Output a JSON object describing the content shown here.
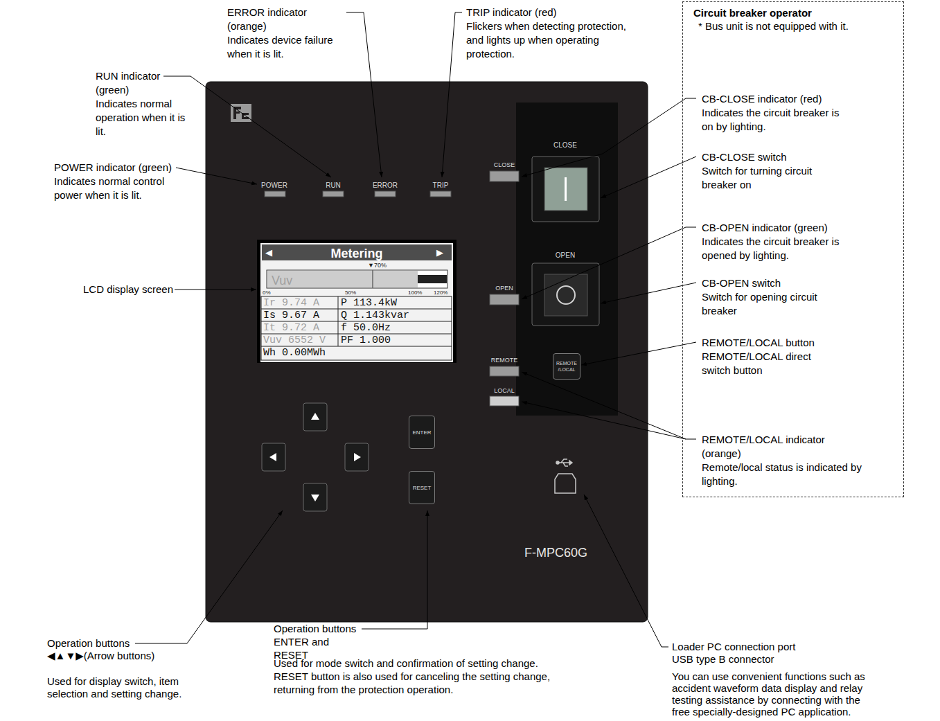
{
  "diagram": {
    "nodes": [
      {
        "text": [
          "POWER",
          "RUN",
          "ERROR",
          "TRIP",
          "CLOSE",
          "CLOSE",
          "OPEN",
          "OPEN",
          "REMOTE",
          "LOCAL",
          "F-MPC60G"
        ]
      },
      {
        "text": [
          "◀",
          "Metering",
          "▶",
          "▼70%",
          "Vuv",
          "0%",
          "50%",
          "100%",
          "120%",
          "Ir 9.74 A",
          "P 113.4kW",
          "Is 9.67 A",
          "Q 1.143kvar",
          "It 9.72 A",
          "f 50.0Hz",
          "Vuv 6552 V",
          "PF 1.000",
          "Wh 0.00MWh"
        ],
        "in": 0
      },
      {
        "text": [
          "REMOTE /LOCAL"
        ],
        "in": 0
      },
      {
        "text": [
          "ENTER"
        ],
        "in": 0
      },
      {
        "text": [
          "RESET"
        ],
        "in": 0
      },
      {
        "text": [
          "Circuit breaker operator",
          "* Bus unit is not equipped with it.",
          "CB-CLOSE indicator (red)",
          "Indicates the circuit breaker is on by lighting.",
          "CB-CLOSE switch",
          "Switch for turning circuit breaker on",
          "CB-OPEN indicator (green)",
          "Indicates the circuit breaker is opened by lighting.",
          "CB-OPEN switch",
          "Switch for opening circuit breaker",
          "REMOTE/LOCAL button",
          "REMOTE/LOCAL direct switch button",
          "REMOTE/LOCAL indicator (orange)",
          "Remote/local status is indicated by lighting."
        ]
      }
    ],
    "labels": [
      "ERROR indicator (orange)",
      "Indicates device failure when it is lit.",
      "TRIP indicator (red)",
      "Flickers when detecting protection, and lights up when operating protection.",
      "RUN indicator (green)",
      "Indicates normal operation when it is lit.",
      "POWER indicator (green)",
      "Indicates normal control power when it is lit.",
      "LCD display screen",
      "Operation buttons ◀▲▼▶(Arrow buttons)",
      "Used for display switch, item selection and setting change.",
      "Operation buttons ENTER and RESET",
      "Used for mode switch and confirmation of setting change. RESET button is also used for canceling the setting change, returning from the protection operation.",
      "Loader PC connection port USB type B connector",
      "You can use convenient functions such as accident waveform data display and relay testing assistance by connecting with the free specially-designed PC application."
    ]
  }
}
